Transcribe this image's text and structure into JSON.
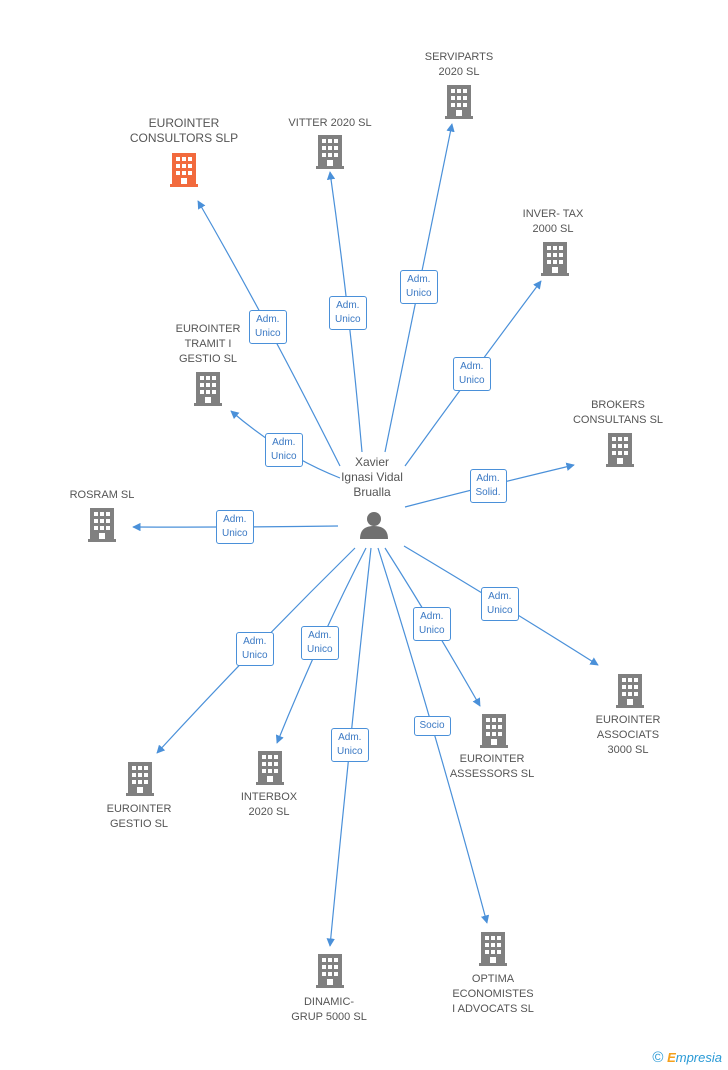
{
  "person": {
    "label": "Xavier\nIgnasi Vidal\nBrualla"
  },
  "companies": [
    {
      "id": "c1",
      "label": "SERVIPARTS\n2020 SL",
      "color": "#808080",
      "role": "Adm.\nUnico"
    },
    {
      "id": "c2",
      "label": "VITTER 2020 SL",
      "color": "#808080",
      "role": "Adm.\nUnico"
    },
    {
      "id": "c3",
      "label": "EUROINTER\nCONSULTORS SLP",
      "color": "#f26a3d",
      "role": "Adm.\nUnico"
    },
    {
      "id": "c4",
      "label": "INVER- TAX\n2000 SL",
      "color": "#808080",
      "role": "Adm.\nUnico"
    },
    {
      "id": "c5",
      "label": "EUROINTER\nTRAMIT I\nGESTIO SL",
      "color": "#808080",
      "role": "Adm.\nUnico"
    },
    {
      "id": "c6",
      "label": "BROKERS\nCONSULTANS SL",
      "color": "#808080",
      "role": "Adm.\nSolid."
    },
    {
      "id": "c7",
      "label": "ROSRAM SL",
      "color": "#808080",
      "role": "Adm.\nUnico"
    },
    {
      "id": "c8",
      "label": "EUROINTER\nASSOCIATS\n3000 SL",
      "color": "#808080",
      "role": "Adm.\nUnico"
    },
    {
      "id": "c9",
      "label": "EUROINTER\nASSESSORS SL",
      "color": "#808080",
      "role": "Adm.\nUnico"
    },
    {
      "id": "c10",
      "label": "EUROINTER\nGESTIO SL",
      "color": "#808080",
      "role": "Adm.\nUnico"
    },
    {
      "id": "c11",
      "label": "INTERBOX\n2020 SL",
      "color": "#808080",
      "role": "Adm.\nUnico"
    },
    {
      "id": "c12",
      "label": "DINAMIC-\nGRUP 5000  SL",
      "color": "#808080",
      "role": "Adm.\nUnico"
    },
    {
      "id": "c13",
      "label": "OPTIMA\nECONOMISTES\nI ADVOCATS SL",
      "color": "#808080",
      "role": "Socio"
    }
  ],
  "footer": {
    "copyright": "©",
    "brand_initial": "E",
    "brand_rest": "mpresia"
  },
  "colors": {
    "edge": "#4a90d9",
    "person": "#707070"
  }
}
